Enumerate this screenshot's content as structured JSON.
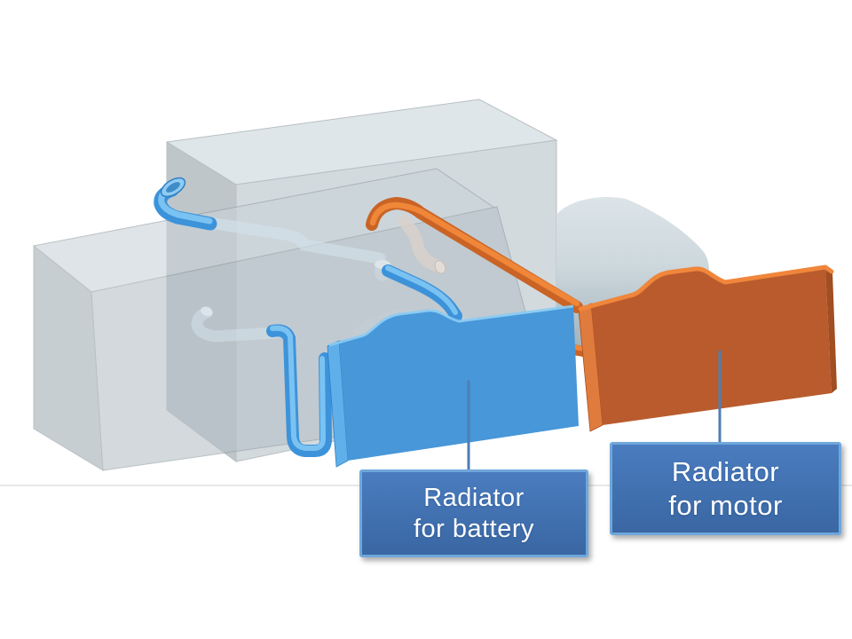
{
  "labels": {
    "battery": {
      "line1": "Radiator",
      "line2": "for battery"
    },
    "motor": {
      "line1": "Radiator",
      "line2": "for motor"
    }
  },
  "colors": {
    "background": "#FFFFFF",
    "faint_line": "#D9D9D9",
    "box_top": "#CDD7DC",
    "box_left": "#98A4AB",
    "box_front": "#B9C4CA",
    "box2_top": "#C9D3D8",
    "box2_left": "#A2AEB5",
    "box2_front": "#B6C1C7",
    "box_edge": "#8D99A0",
    "pipe_blue_outer": "#3D93DA",
    "pipe_blue_core": "#7AC2F1",
    "pipe_blue_faint": "#D4E2EB",
    "pipe_cap_face": "#8FCBF2",
    "pipe_cap_inner": "#3F8CC9",
    "pipe_orange_outer": "#C96426",
    "pipe_orange_core": "#F08638",
    "tube_white": "#D9D1CB",
    "tube_white_cap": "#E6DFD9",
    "motor_hump": "#C3CDD3",
    "radiator_blue_front": "#4797D9",
    "radiator_blue_side": "#5FB0EA",
    "radiator_blue_rim": "#8ACBF4",
    "radiator_blue_edge": "#2E7FC4",
    "radiator_orange_front": "#B95B2D",
    "radiator_orange_side": "#E07B3E",
    "radiator_orange_right": "#A04E22",
    "radiator_orange_rim": "#F0863B",
    "radiator_orange_edge": "#A84E20",
    "leader": "#4D7EB5",
    "label_top": "#4A7CBF",
    "label_bottom": "#3A67A3",
    "label_border": "#6FA7DC",
    "label_text": "#FFFFFF"
  }
}
